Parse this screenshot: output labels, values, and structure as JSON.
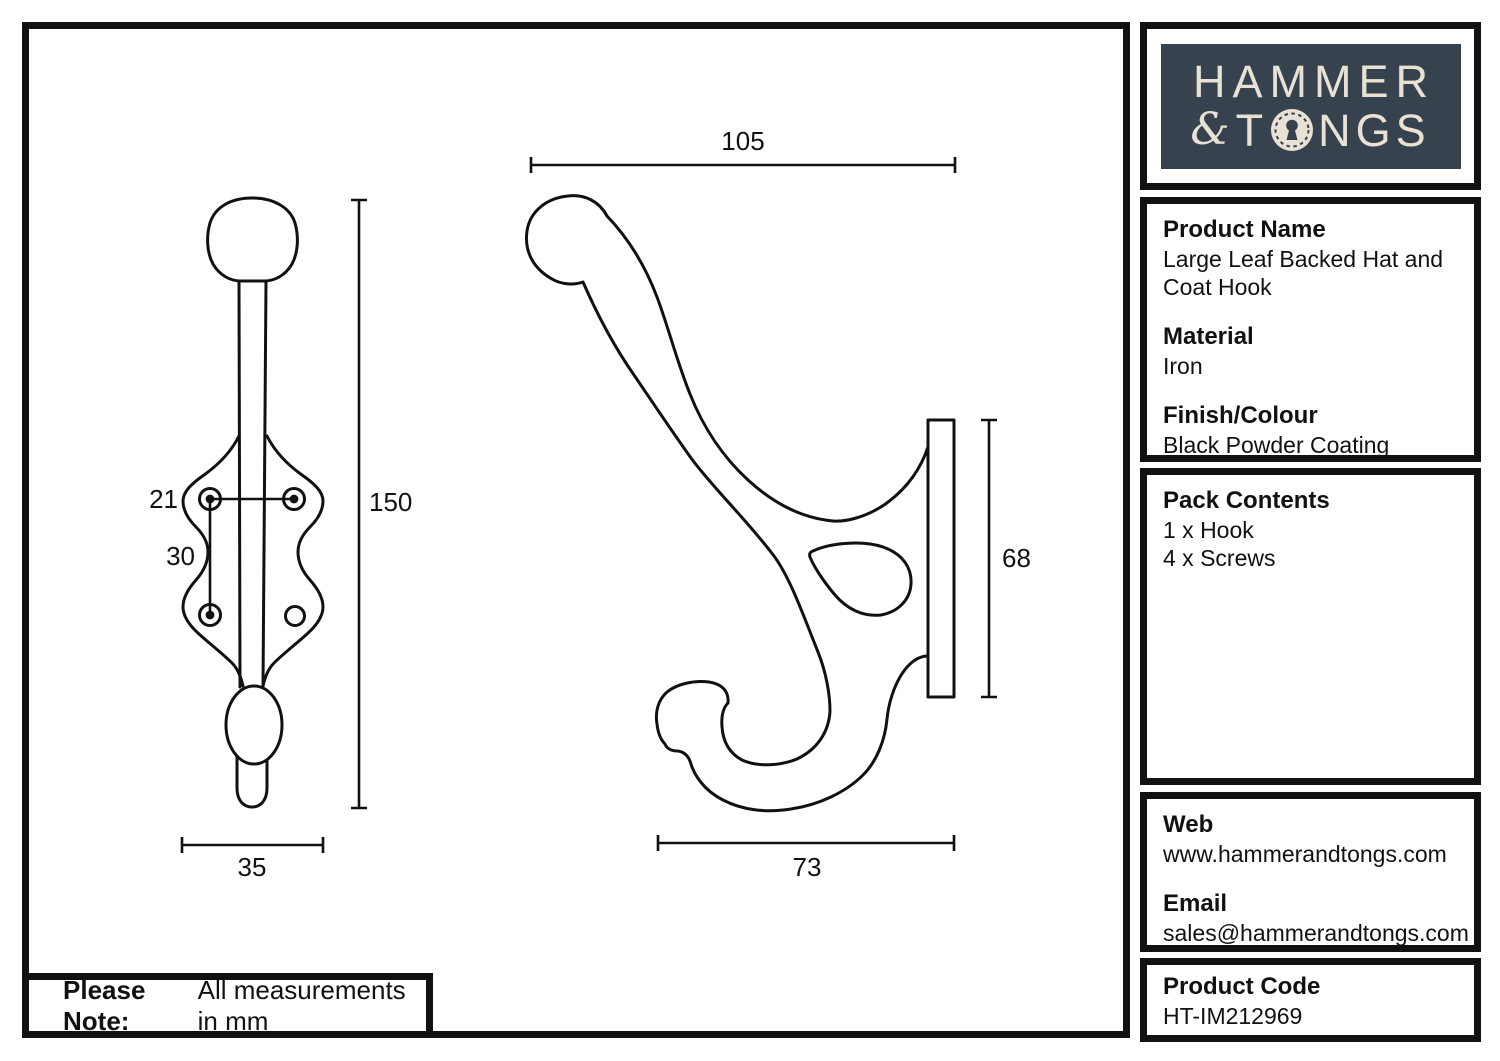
{
  "logo": {
    "line1": "HAMMER",
    "ampersand": "&",
    "tongs_t": "T",
    "tongs_rest": "NGS",
    "bg_color": "#36434e",
    "fg_color": "#e9e2d4"
  },
  "sidebar": {
    "product_name": {
      "label": "Product Name",
      "value_line1": "Large Leaf Backed Hat and",
      "value_line2": "Coat Hook"
    },
    "material": {
      "label": "Material",
      "value": "Iron"
    },
    "finish": {
      "label": "Finish/Colour",
      "value": "Black Powder Coating"
    },
    "pack_contents": {
      "label": "Pack Contents",
      "item1": "1 x Hook",
      "item2": "4 x Screws"
    },
    "web": {
      "label": "Web",
      "value": "www.hammerandtongs.com"
    },
    "email": {
      "label": "Email",
      "value": "sales@hammerandtongs.com"
    },
    "product_code": {
      "label": "Product Code",
      "value": "HT-IM212969"
    }
  },
  "note": {
    "label": "Please Note:",
    "text": "All measurements in mm"
  },
  "drawing": {
    "units": "mm",
    "front_view": {
      "dim_height": "150",
      "dim_width": "35",
      "dim_hole_spacing_horizontal": "21",
      "dim_hole_spacing_vertical": "30"
    },
    "side_view": {
      "dim_width": "105",
      "dim_plate_height": "68",
      "dim_hook_depth": "73"
    },
    "line_color": "#111111"
  }
}
